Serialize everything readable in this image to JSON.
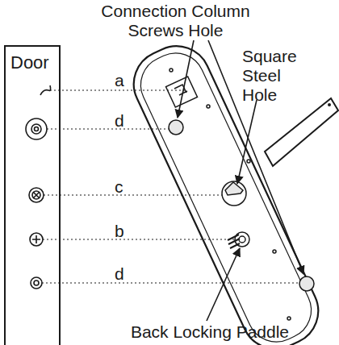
{
  "diagram": {
    "nodes": [
      {
        "text": [
          "Door"
        ]
      }
    ],
    "labels": [
      "Connection Column Screws Hole",
      "Square Steel Hole",
      "a",
      "d",
      "c",
      "b",
      "d",
      "Back Locking Paddle"
    ]
  }
}
